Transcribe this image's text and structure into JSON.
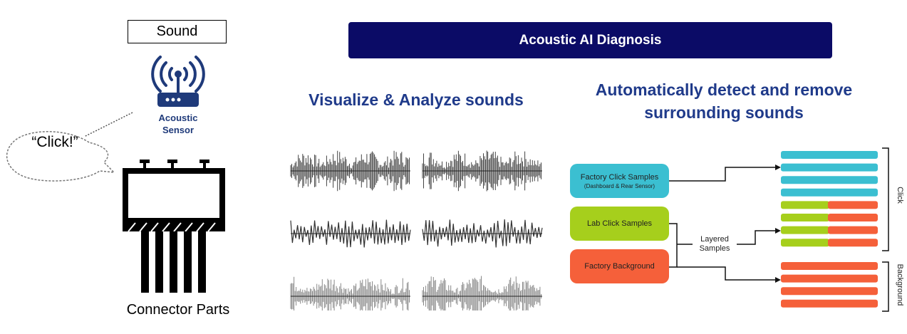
{
  "left": {
    "sound_label": "Sound",
    "sensor_label_line1": "Acoustic",
    "sensor_label_line2": "Sensor",
    "bubble_text": "“Click!”",
    "connector_label": "Connector Parts",
    "icons": [
      "wifi-signal-icon",
      "router-icon",
      "speech-bubble-icon",
      "connector-parts-icon"
    ]
  },
  "header": {
    "title": "Acoustic AI Diagnosis"
  },
  "middle": {
    "title": "Visualize & Analyze sounds",
    "waveforms": [
      "dense-wave",
      "dense-wave",
      "line-wave",
      "line-wave",
      "soft-wave",
      "soft-wave"
    ]
  },
  "right": {
    "title_line1": "Automatically detect and remove",
    "title_line2": "surrounding sounds",
    "nodes": [
      {
        "label": "Factory Click Samples",
        "sub": "(Dashboard & Rear Sensor)",
        "color": "#3bbfd1"
      },
      {
        "label": "Lab Click Samples",
        "sub": "",
        "color": "#a6cf1c"
      },
      {
        "label": "Factory Background",
        "sub": "",
        "color": "#f5603a"
      }
    ],
    "layered_line1": "Layered",
    "layered_line2": "Samples",
    "group_click": "Click",
    "group_background": "Background",
    "colors": {
      "cyan": "#3bbfd1",
      "green": "#a6cf1c",
      "orange": "#f5603a",
      "navy": "#0b0b66",
      "title_blue": "#1f3a8a"
    }
  }
}
